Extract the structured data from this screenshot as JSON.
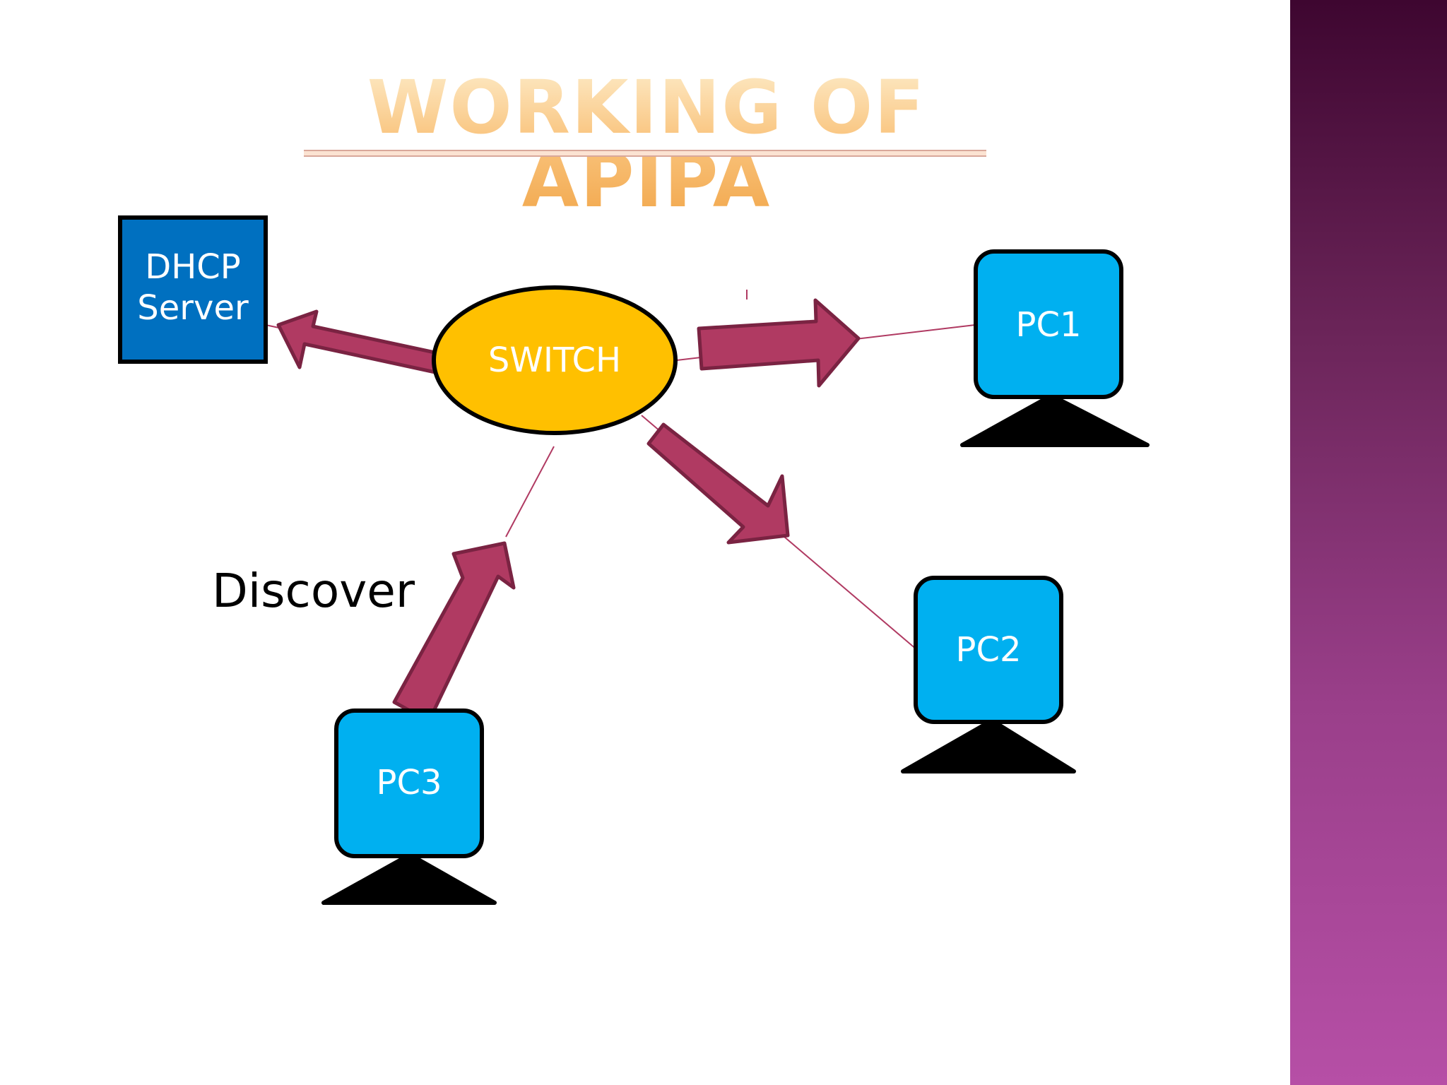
{
  "title": "WORKING OF APIPA",
  "nodes": {
    "dhcp": {
      "line1": "DHCP",
      "line2": "Server"
    },
    "switch": "SWITCH",
    "pc1": "PC1",
    "pc2": "PC2",
    "pc3": "PC3"
  },
  "annotation": "Discover",
  "colors": {
    "dhcp_fill": "#0070c0",
    "switch_fill": "#ffc000",
    "pc_fill": "#00b0f0",
    "arrow_fill": "#b03a62",
    "line_color": "#b03a62",
    "sidebar_top": "#3e0630",
    "sidebar_bottom": "#b64fa6"
  }
}
